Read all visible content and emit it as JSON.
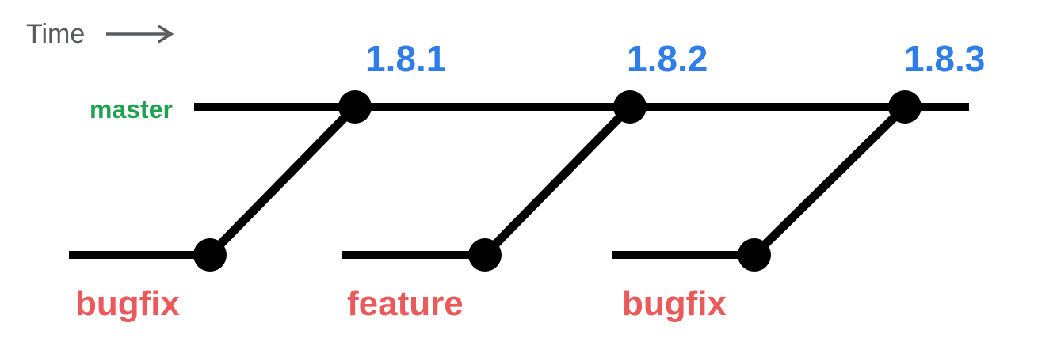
{
  "labels": {
    "time": "Time"
  },
  "master": {
    "label": "master",
    "releases": "1.8.1, 1.8.2, 1.8.3"
  },
  "releases": [
    "1.8.1",
    "1.8.2",
    "1.8.3"
  ],
  "branches": [
    {
      "label": "bugfix",
      "merges_at_release": "1.8.1"
    },
    {
      "label": "feature",
      "merges_at_release": "1.8.2"
    },
    {
      "label": "bugfix",
      "merges_at_release": "1.8.3"
    }
  ],
  "colors": {
    "background": "#ffffff",
    "line": "#000000",
    "time-gray": "#595a5c",
    "master-green": "#1fa150",
    "release-blue": "#2e7de9",
    "branch-red": "#ea5a5a"
  }
}
